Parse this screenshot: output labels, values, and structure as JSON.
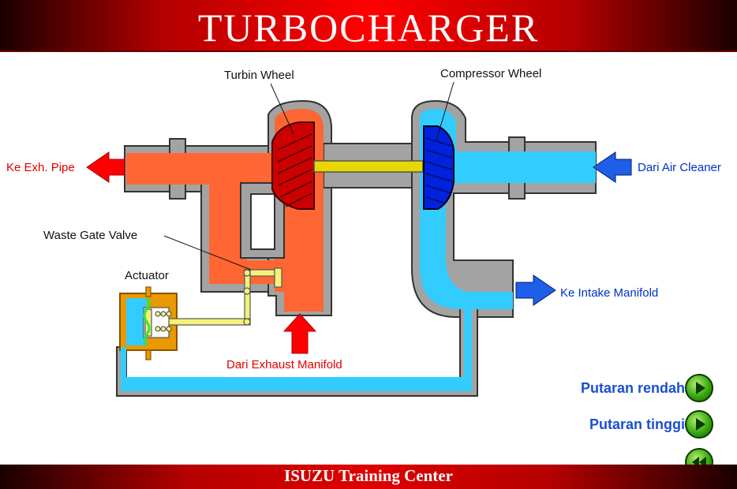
{
  "header": {
    "title": "TURBOCHARGER"
  },
  "footer": {
    "title": "ISUZU Training Center"
  },
  "labels": {
    "turbine_wheel": "Turbin Wheel",
    "compressor_wheel": "Compressor Wheel",
    "exh_pipe": "Ke Exh. Pipe",
    "air_cleaner": "Dari Air Cleaner",
    "waste_gate": "Waste Gate Valve",
    "actuator": "Actuator",
    "intake_manifold": "Ke Intake Manifold",
    "exhaust_manifold": "Dari Exhaust Manifold"
  },
  "controls": {
    "low_rpm": "Putaran rendah",
    "high_rpm": "Putaran tinggi"
  },
  "colors": {
    "exhaust_gas": "#ff6633",
    "intake_air": "#33ccff",
    "housing": "#a0a0a0",
    "turbine": "#cc0000",
    "compressor": "#0022dd",
    "shaft": "#e8d800",
    "actuator_case": "#e89a00",
    "button": "#38a810"
  }
}
